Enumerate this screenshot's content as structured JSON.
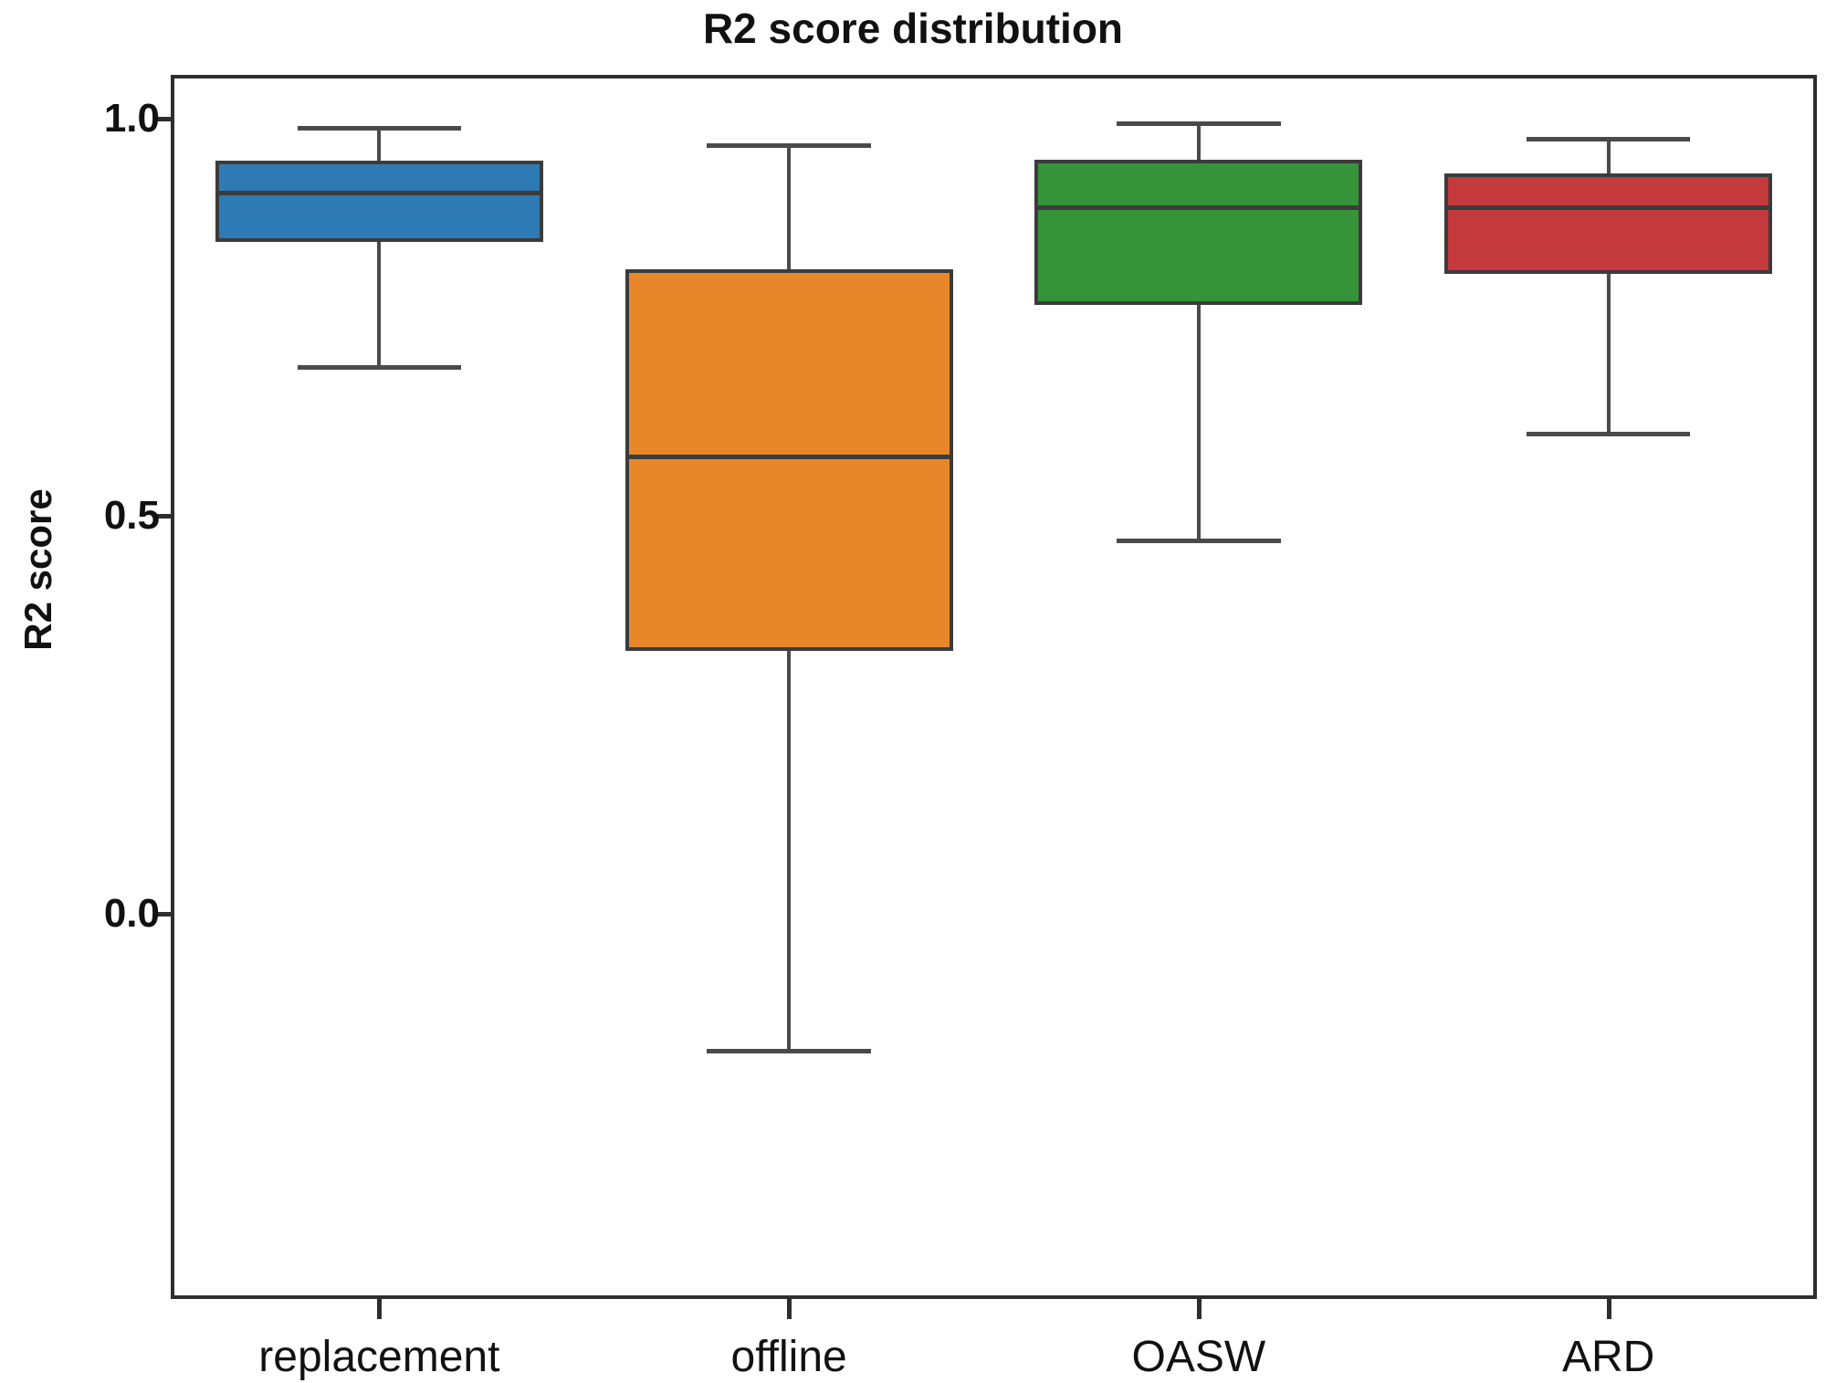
{
  "chart_data": {
    "type": "box",
    "title": "R2 score distribution",
    "xlabel": "",
    "ylabel": "R2 score",
    "categories": [
      "replacement",
      "offline",
      "OASW",
      "ARD"
    ],
    "ytick_labels": [
      "1.0",
      "0.5",
      "0.0"
    ],
    "ytick_values": [
      1.0,
      0.5,
      0.0
    ],
    "ylim": [
      -0.48,
      1.05
    ],
    "grid": false,
    "legend": "none",
    "colors": {
      "replacement": "#2e7ab4",
      "offline": "#e8872a",
      "OASW": "#359339",
      "ARD": "#c3393c",
      "line": "#3b3b3b",
      "axis": "#2e2e2e",
      "background": "#ffffff"
    },
    "boxes": [
      {
        "label": "replacement",
        "color": "#2e7ab4",
        "whisker_low": 0.69,
        "q1": 0.845,
        "median": 0.907,
        "q3": 0.947,
        "whisker_high": 0.99
      },
      {
        "label": "offline",
        "color": "#e8872a",
        "whisker_low": -0.17,
        "q1": 0.33,
        "median": 0.575,
        "q3": 0.81,
        "whisker_high": 0.968
      },
      {
        "label": "OASW",
        "color": "#359339",
        "whisker_low": 0.472,
        "q1": 0.765,
        "median": 0.888,
        "q3": 0.948,
        "whisker_high": 0.996
      },
      {
        "label": "ARD",
        "color": "#c3393c",
        "whisker_low": 0.606,
        "q1": 0.804,
        "median": 0.888,
        "q3": 0.931,
        "whisker_high": 0.976
      }
    ]
  }
}
